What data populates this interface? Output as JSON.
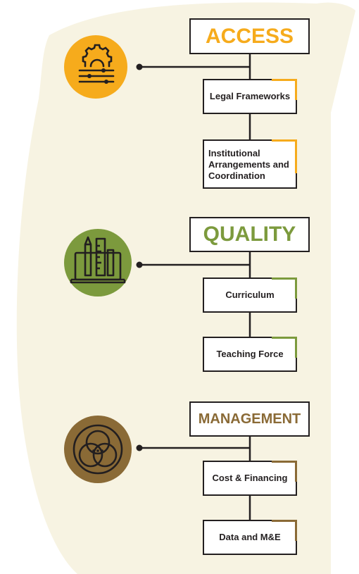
{
  "colors": {
    "background_blob": "#f7f3e2",
    "line": "#231f20",
    "access": "#f6ab1c",
    "quality": "#7c9a3d",
    "management": "#8a6a36"
  },
  "sections": [
    {
      "title": "ACCESS",
      "icon": "gear-sliders-icon",
      "items": [
        "Legal Frameworks",
        "Institutional Arrangements and Coordination"
      ]
    },
    {
      "title": "QUALITY",
      "icon": "laptop-pencil-ruler-icon",
      "items": [
        "Curriculum",
        "Teaching Force"
      ]
    },
    {
      "title": "MANAGEMENT",
      "icon": "venn-circles-icon",
      "items": [
        "Cost & Financing",
        "Data and M&E"
      ]
    }
  ]
}
